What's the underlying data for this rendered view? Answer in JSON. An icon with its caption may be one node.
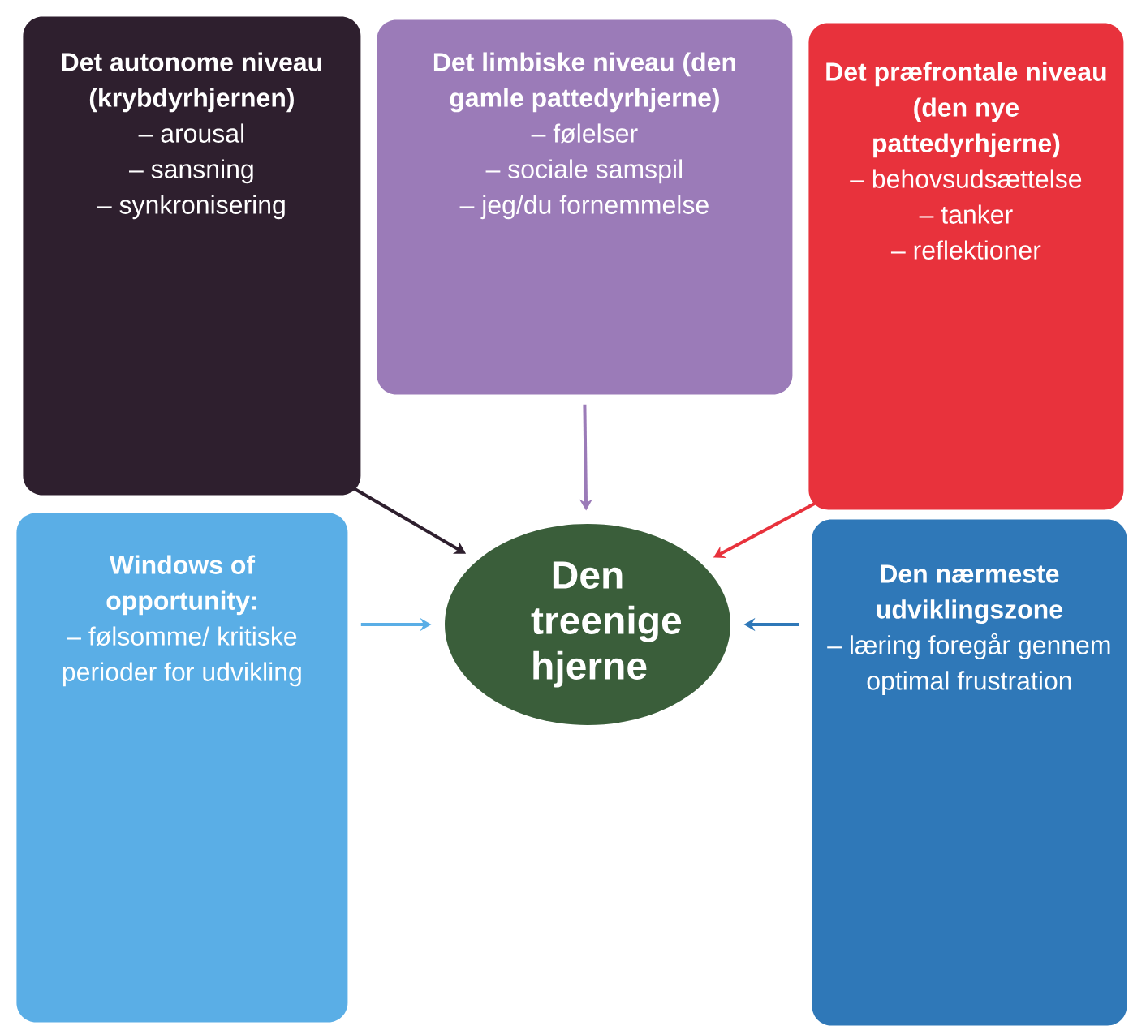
{
  "diagram": {
    "nodes": [
      {
        "text": [
          "Det autonome niveau (krybdyrhjernen)",
          "– arousal",
          "– sansning",
          "– synkronisering"
        ]
      },
      {
        "text": [
          "Det limbiske niveau (den gamle pattedyrhjerne)",
          "– følelser",
          "– sociale samspil",
          "– jeg/du fornemmelse"
        ]
      },
      {
        "text": [
          "Det præfrontale niveau (den nye pattedyrhjerne)",
          "– behovsudsættelse",
          "– tanker",
          "– reflektioner"
        ]
      },
      {
        "text": [
          "Windows of opportunity:",
          "– følsomme/ kritiske perioder for udvikling"
        ]
      },
      {
        "text": [
          "Den treenige hjerne"
        ]
      },
      {
        "text": [
          "Den nærmeste udviklingszone",
          "– læring foregår gennem optimal frustration"
        ]
      }
    ],
    "edges": [
      {
        "from": 0,
        "to": 4,
        "arrow": "to",
        "color": "#2e1f2e"
      },
      {
        "from": 1,
        "to": 4,
        "arrow": "to",
        "color": "#9b7bb8"
      },
      {
        "from": 2,
        "to": 4,
        "arrow": "to",
        "color": "#e8323c"
      },
      {
        "from": 3,
        "to": 4,
        "arrow": "to",
        "color": "#5aaee6"
      },
      {
        "from": 5,
        "to": 4,
        "arrow": "to",
        "color": "#2f78b8"
      }
    ]
  }
}
